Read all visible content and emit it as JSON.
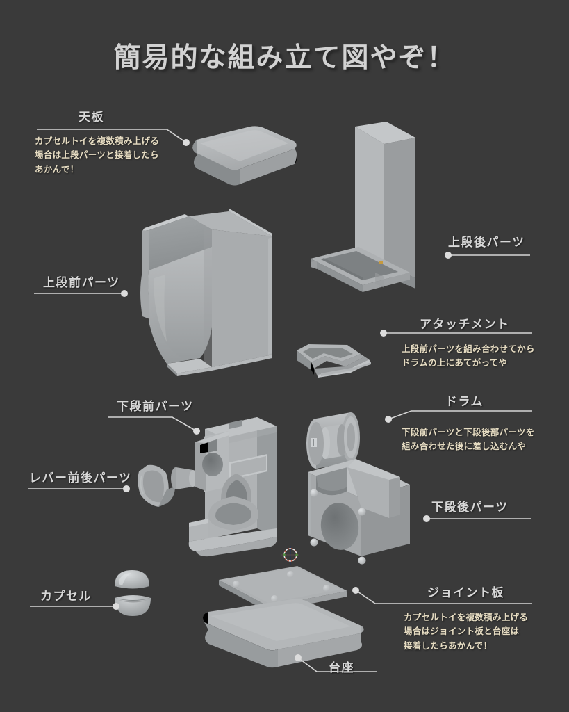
{
  "page": {
    "title": "簡易的な組み立て図やぞ！",
    "background_color": "#3a3a3a",
    "label_color": "#d8d8d8",
    "note_color": "#e6dcc2",
    "model_color": "#a9acae"
  },
  "annotations": [
    {
      "id": "tenban",
      "label": "天板",
      "note": "カプセルトイを複数積み上げる\n場合は上段パーツと接着したら\nあかんで！"
    },
    {
      "id": "joudan-ushiro",
      "label": "上段後パーツ",
      "note": ""
    },
    {
      "id": "joudan-mae",
      "label": "上段前パーツ",
      "note": ""
    },
    {
      "id": "attachment",
      "label": "アタッチメント",
      "note": "上段前パーツを組み合わせてから\nドラムの上にあてがってや"
    },
    {
      "id": "kadan-mae",
      "label": "下段前パーツ",
      "note": ""
    },
    {
      "id": "drum",
      "label": "ドラム",
      "note": "下段前パーツと下段後部パーツを\n組み合わせた後に差し込むんや"
    },
    {
      "id": "lever",
      "label": "レバー前後パーツ",
      "note": ""
    },
    {
      "id": "kadan-ushiro",
      "label": "下段後パーツ",
      "note": ""
    },
    {
      "id": "capsule",
      "label": "カプセル",
      "note": ""
    },
    {
      "id": "joint-ita",
      "label": "ジョイント板",
      "note": "カプセルトイを複数積み上げる\n場合はジョイント板と台座は\n接着したらあかんで！"
    },
    {
      "id": "daiza",
      "label": "台座",
      "note": ""
    }
  ]
}
